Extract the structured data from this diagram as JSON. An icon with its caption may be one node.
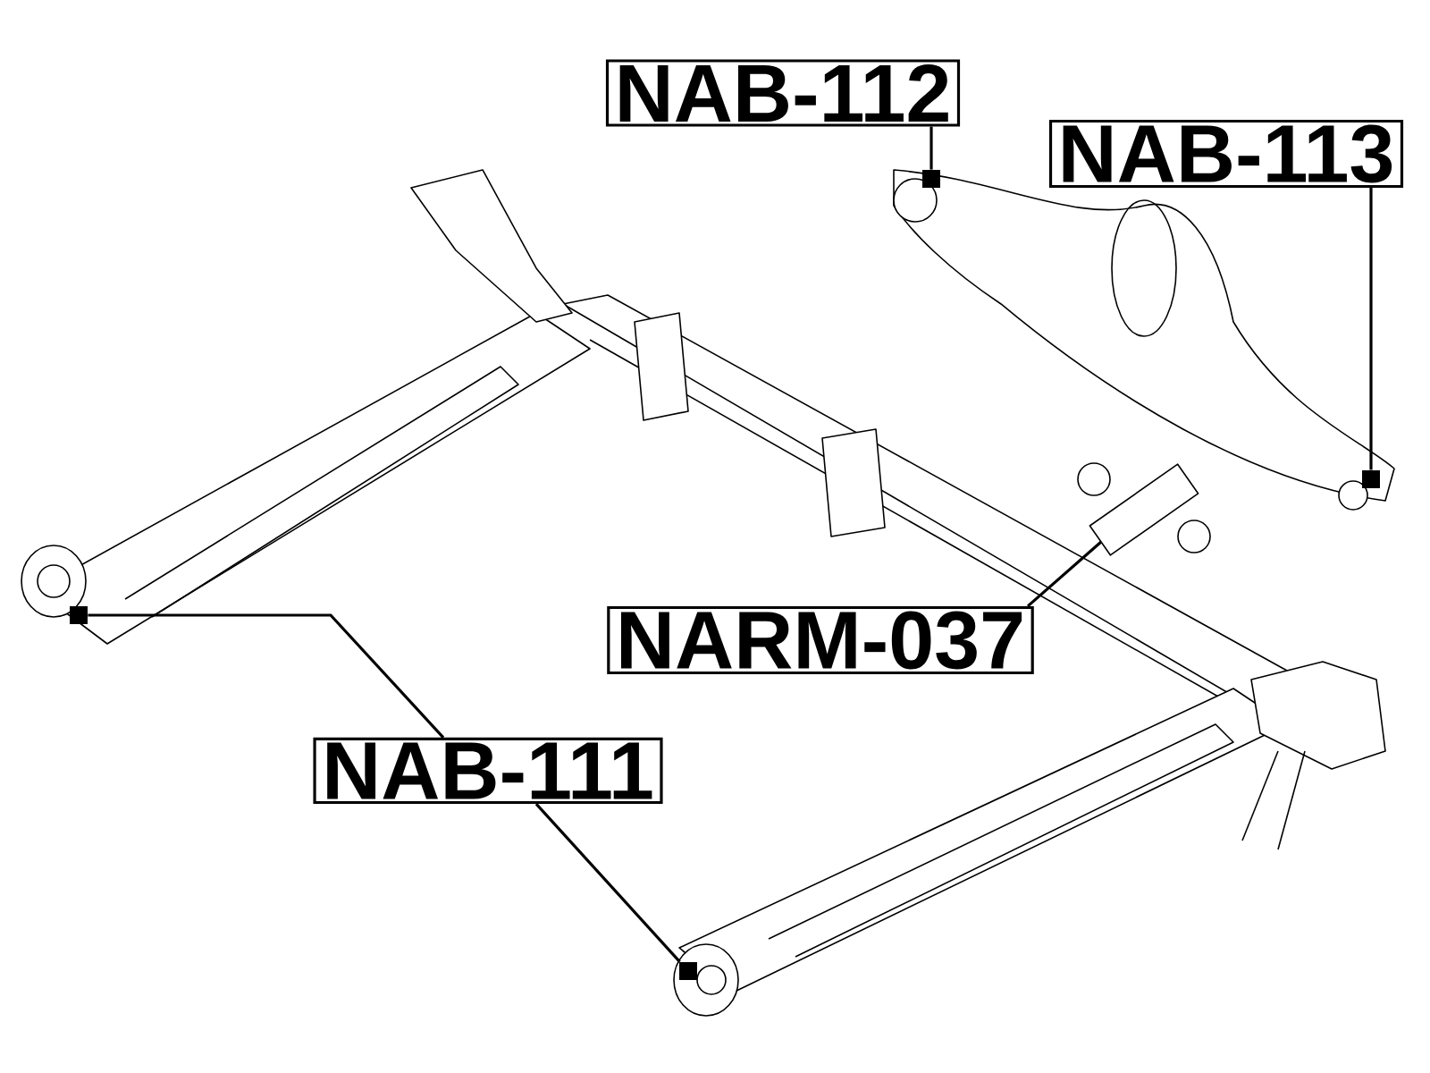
{
  "diagram": {
    "nodes": [
      {
        "text": [
          "NAB-112"
        ]
      },
      {
        "text": [
          "NAB-113"
        ]
      },
      {
        "text": [
          "NARM-037"
        ]
      },
      {
        "text": [
          "NAB-111"
        ]
      },
      {
        "text": [],
        "shape": "box"
      },
      {
        "text": [],
        "shape": "box"
      },
      {
        "text": [],
        "shape": "box"
      },
      {
        "text": [],
        "shape": "box"
      }
    ],
    "edges": [
      {
        "from": 0,
        "to": 4,
        "arrow": "none"
      },
      {
        "from": 1,
        "to": 5,
        "arrow": "none"
      },
      {
        "from": 2,
        "to": null,
        "arrow": "none"
      },
      {
        "from": 3,
        "to": 6,
        "arrow": "none"
      },
      {
        "from": 3,
        "to": 7,
        "arrow": "none"
      }
    ]
  }
}
